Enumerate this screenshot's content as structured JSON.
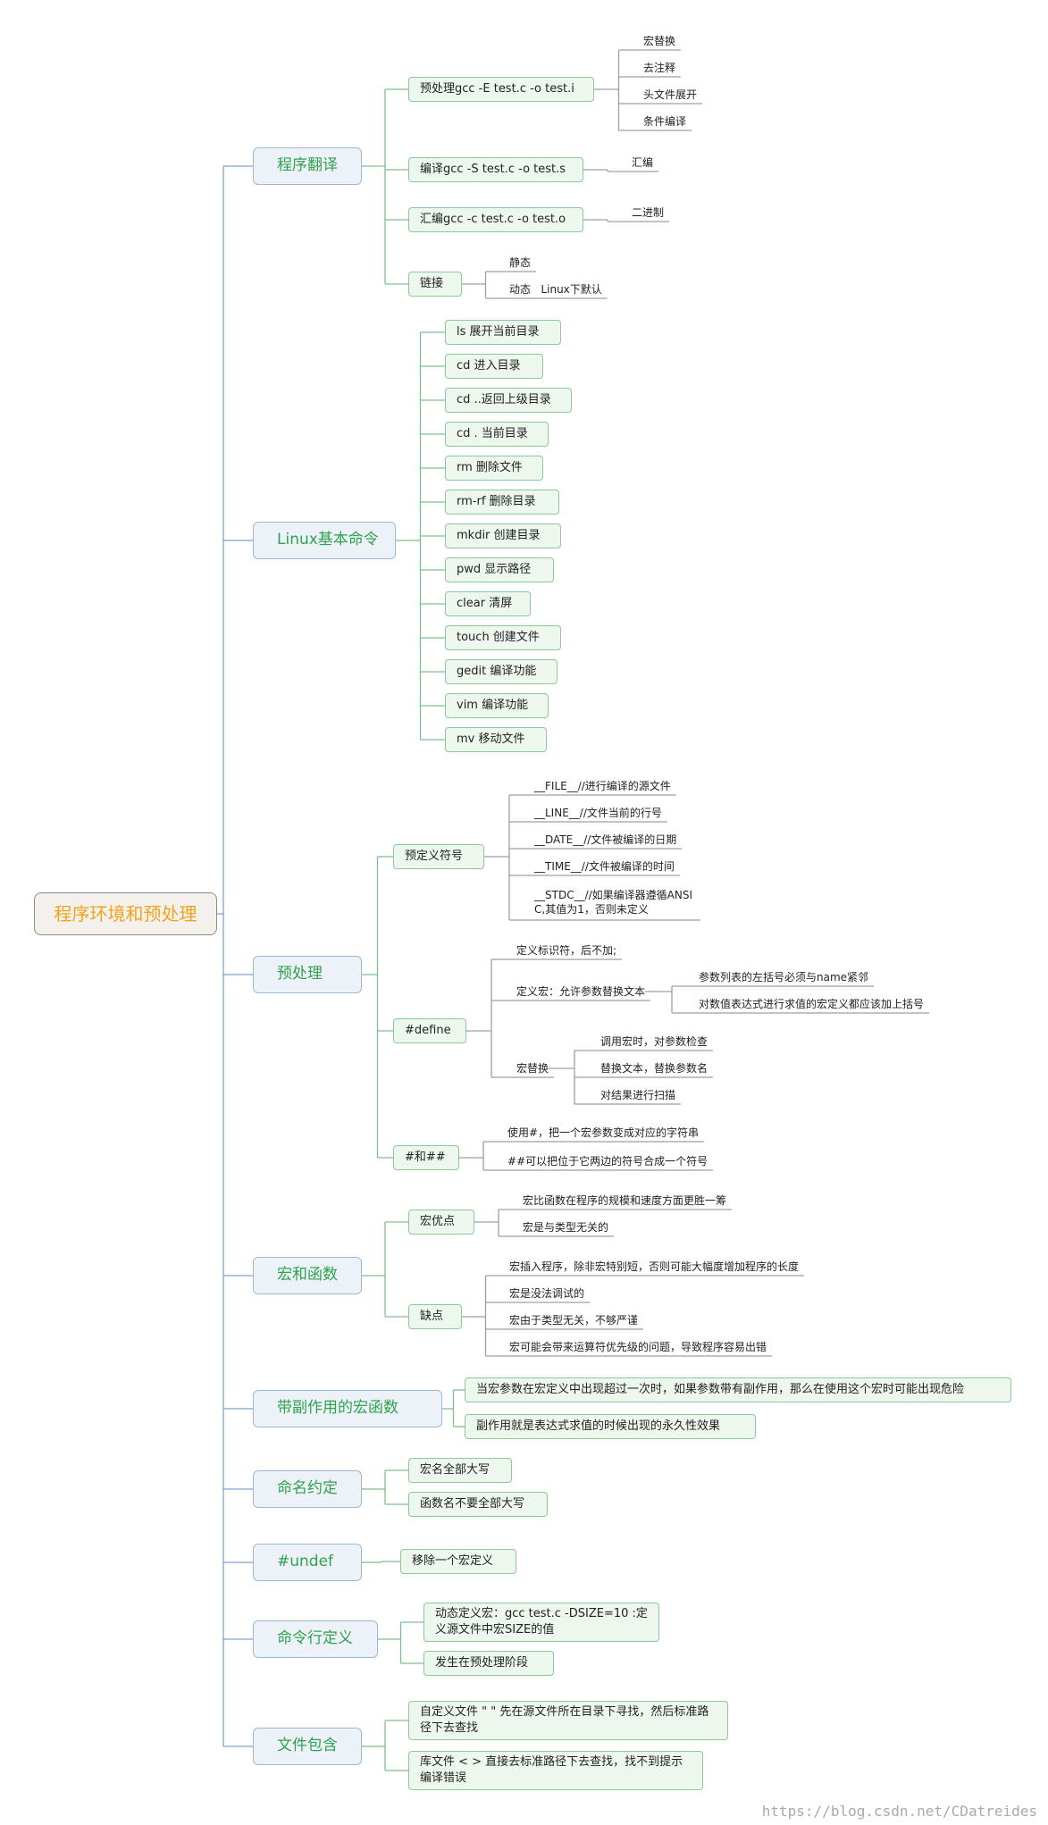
{
  "root": "程序环境和预处理",
  "watermark": "https://blog.csdn.net/CDatreides",
  "sections": [
    {
      "label": "程序翻译",
      "children": [
        {
          "label": "预处理gcc -E test.c -o test.i",
          "children": [
            {
              "label": "宏替换"
            },
            {
              "label": "去注释"
            },
            {
              "label": "头文件展开"
            },
            {
              "label": "条件编译"
            }
          ]
        },
        {
          "label": "编译gcc -S test.c -o test.s",
          "children": [
            {
              "label": "汇编"
            }
          ]
        },
        {
          "label": "汇编gcc -c test.c -o test.o",
          "children": [
            {
              "label": "二进制"
            }
          ]
        },
        {
          "label": "链接",
          "children": [
            {
              "label": "静态"
            },
            {
              "label": "动态   Linux下默认"
            }
          ]
        }
      ]
    },
    {
      "label": "Linux基本命令",
      "children": [
        {
          "label": "ls 展开当前目录"
        },
        {
          "label": "cd 进入目录"
        },
        {
          "label": "cd ..返回上级目录"
        },
        {
          "label": "cd . 当前目录"
        },
        {
          "label": "rm 删除文件"
        },
        {
          "label": "rm-rf 删除目录"
        },
        {
          "label": "mkdir 创建目录"
        },
        {
          "label": "pwd 显示路径"
        },
        {
          "label": "clear 清屏"
        },
        {
          "label": "touch 创建文件"
        },
        {
          "label": "gedit 编译功能"
        },
        {
          "label": "vim 编译功能"
        },
        {
          "label": "mv 移动文件"
        }
      ]
    },
    {
      "label": "预处理",
      "children": [
        {
          "label": "预定义符号",
          "children": [
            {
              "label": "__FILE__//进行编译的源文件"
            },
            {
              "label": "__LINE__//文件当前的行号"
            },
            {
              "label": "__DATE__//文件被编译的日期"
            },
            {
              "label": "__TIME__//文件被编译的时间"
            },
            {
              "label": "__STDC__//如果编译器遵循ANSI C,其值为1，否则未定义"
            }
          ]
        },
        {
          "label": "#define",
          "children": [
            {
              "label": "定义标识符，后不加;"
            },
            {
              "label": "定义宏：允许参数替换文本",
              "children": [
                {
                  "label": "参数列表的左括号必须与name紧邻"
                },
                {
                  "label": "对数值表达式进行求值的宏定义都应该加上括号"
                }
              ]
            },
            {
              "label": "宏替换",
              "children": [
                {
                  "label": "调用宏时，对参数检查"
                },
                {
                  "label": "替换文本，替换参数名"
                },
                {
                  "label": "对结果进行扫描"
                }
              ]
            }
          ]
        },
        {
          "label": "#和##",
          "children": [
            {
              "label": "使用#，把一个宏参数变成对应的字符串"
            },
            {
              "label": "##可以把位于它两边的符号合成一个符号"
            }
          ]
        }
      ]
    },
    {
      "label": "宏和函数",
      "children": [
        {
          "label": "宏优点",
          "children": [
            {
              "label": "宏比函数在程序的规模和速度方面更胜一筹"
            },
            {
              "label": "宏是与类型无关的"
            }
          ]
        },
        {
          "label": "缺点",
          "children": [
            {
              "label": "宏插入程序，除非宏特别短，否则可能大幅度增加程序的长度"
            },
            {
              "label": "宏是没法调试的"
            },
            {
              "label": "宏由于类型无关，不够严谨"
            },
            {
              "label": "宏可能会带来运算符优先级的问题，导致程序容易出错"
            }
          ]
        }
      ]
    },
    {
      "label": "带副作用的宏函数",
      "children": [
        {
          "label": "当宏参数在宏定义中出现超过一次时，如果参数带有副作用，那么在使用这个宏时可能出现危险"
        },
        {
          "label": "副作用就是表达式求值的时候出现的永久性效果"
        }
      ]
    },
    {
      "label": "命名约定",
      "children": [
        {
          "label": "宏名全部大写"
        },
        {
          "label": "函数名不要全部大写"
        }
      ]
    },
    {
      "label": "#undef",
      "children": [
        {
          "label": "移除一个宏定义"
        }
      ]
    },
    {
      "label": "命令行定义",
      "children": [
        {
          "label": "动态定义宏：gcc test.c -DSIZE=10 :定义源文件中宏SIZE的值"
        },
        {
          "label": "发生在预处理阶段"
        }
      ]
    },
    {
      "label": "文件包含",
      "children": [
        {
          "label": "自定义文件  \"      \" 先在源文件所在目录下寻找，然后标准路径下去查找"
        },
        {
          "label": "库文件  <      > 直接去标准路径下去查找，找不到提示编译错误"
        }
      ]
    }
  ]
}
